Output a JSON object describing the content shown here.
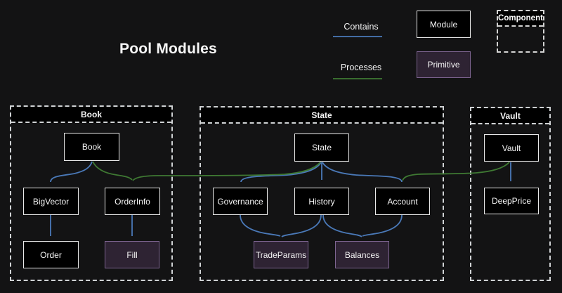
{
  "title": "Pool Modules",
  "legend": {
    "contains_label": "Contains",
    "processes_label": "Processes",
    "module_label": "Module",
    "primitive_label": "Primitive",
    "component_label": "Component"
  },
  "containers": {
    "book": {
      "title": "Book"
    },
    "state": {
      "title": "State"
    },
    "vault": {
      "title": "Vault"
    }
  },
  "nodes": {
    "book": "Book",
    "bigvector": "BigVector",
    "orderinfo": "OrderInfo",
    "order": "Order",
    "fill": "Fill",
    "state": "State",
    "governance": "Governance",
    "history": "History",
    "account": "Account",
    "tradeparams": "TradeParams",
    "balances": "Balances",
    "vault": "Vault",
    "deepprice": "DeepPrice"
  },
  "edges": [
    {
      "from": "Book",
      "to": "BigVector",
      "relation": "contains",
      "color": "blue"
    },
    {
      "from": "Book",
      "to": "OrderInfo",
      "relation": "processes",
      "color": "green"
    },
    {
      "from": "State",
      "to": "OrderInfo",
      "relation": "processes",
      "color": "green"
    },
    {
      "from": "BigVector",
      "to": "Order",
      "relation": "contains",
      "color": "blue"
    },
    {
      "from": "OrderInfo",
      "to": "Fill",
      "relation": "contains",
      "color": "blue"
    },
    {
      "from": "State",
      "to": "Governance",
      "relation": "contains",
      "color": "blue"
    },
    {
      "from": "State",
      "to": "History",
      "relation": "contains",
      "color": "blue"
    },
    {
      "from": "State",
      "to": "Account",
      "relation": "contains",
      "color": "blue"
    },
    {
      "from": "Governance",
      "to": "TradeParams",
      "relation": "contains",
      "color": "blue"
    },
    {
      "from": "History",
      "to": "TradeParams",
      "relation": "contains",
      "color": "blue"
    },
    {
      "from": "History",
      "to": "Balances",
      "relation": "contains",
      "color": "blue"
    },
    {
      "from": "Account",
      "to": "Balances",
      "relation": "contains",
      "color": "blue"
    },
    {
      "from": "Vault",
      "to": "DeepPrice",
      "relation": "contains",
      "color": "blue"
    },
    {
      "from": "Vault",
      "to": "Account",
      "relation": "processes",
      "color": "green"
    }
  ],
  "colors": {
    "background": "#131314",
    "contains_arrow": "#4a79b8",
    "processes_arrow": "#3f7a33",
    "module_fill": "#000000",
    "module_border": "#e9e9e9",
    "primitive_fill": "#2e2333",
    "primitive_border": "#7d6490",
    "container_dash": "#cfd2d4",
    "text": "#f5f5f5"
  }
}
